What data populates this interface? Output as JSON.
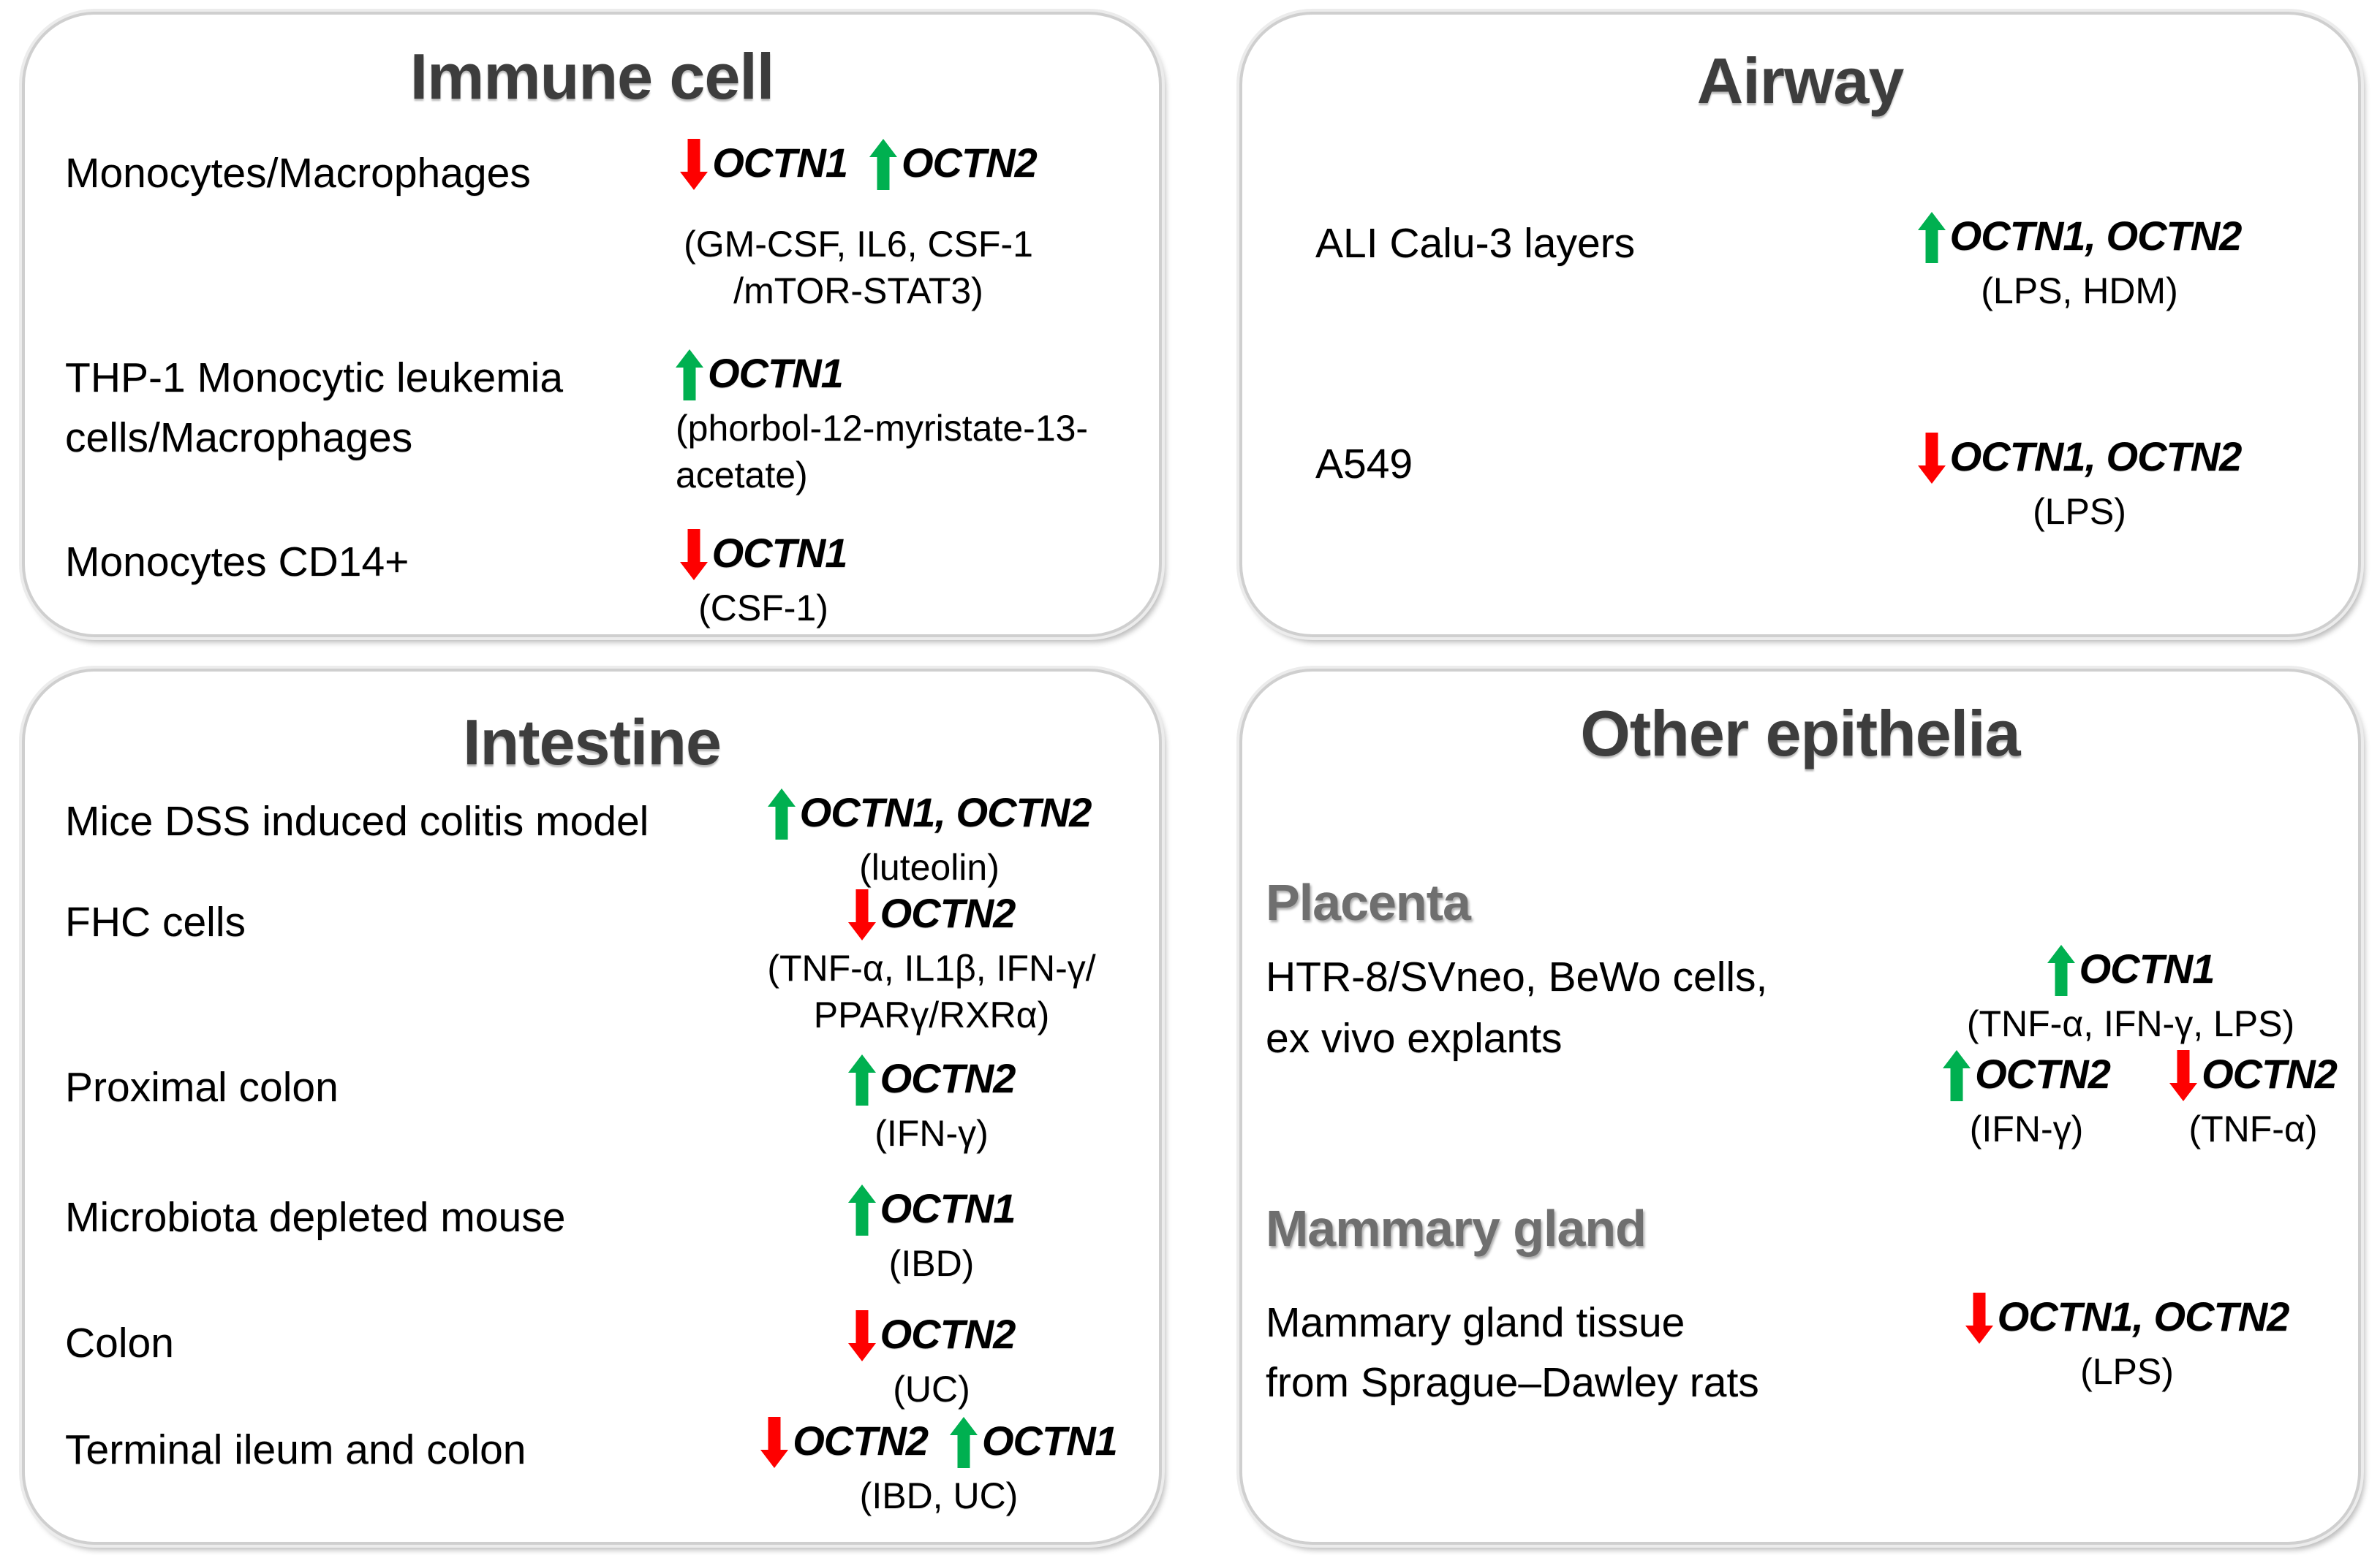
{
  "colors": {
    "up_arrow": "#00b050",
    "down_arrow": "#fe0000",
    "panel_title": "#3d3d3d",
    "subheading": "#6f6f6f",
    "label": "#000000"
  },
  "panels": {
    "immune": {
      "title": "Immune cell",
      "rows": [
        {
          "label_lines": [
            "Monocytes/Macrophages"
          ],
          "markers": [
            {
              "direction": "down",
              "gene": "OCTN1"
            },
            {
              "direction": "up",
              "gene": "OCTN2"
            }
          ],
          "conditions": [
            "(GM-CSF, IL6, CSF-1",
            "/mTOR-STAT3)"
          ]
        },
        {
          "label_lines": [
            "THP-1 Monocytic leukemia",
            "cells/Macrophages"
          ],
          "markers": [
            {
              "direction": "up",
              "gene": "OCTN1"
            }
          ],
          "conditions": [
            "(phorbol-12-myristate-13-",
            "acetate)"
          ]
        },
        {
          "label_lines": [
            "Monocytes CD14+"
          ],
          "markers": [
            {
              "direction": "down",
              "gene": "OCTN1"
            }
          ],
          "conditions": [
            "(CSF-1)"
          ]
        }
      ]
    },
    "airway": {
      "title": "Airway",
      "rows": [
        {
          "label_lines": [
            "ALI Calu-3 layers"
          ],
          "markers": [
            {
              "direction": "up",
              "gene": "OCTN1, OCTN2"
            }
          ],
          "conditions": [
            "(LPS, HDM)"
          ]
        },
        {
          "label_lines": [
            "A549"
          ],
          "markers": [
            {
              "direction": "down",
              "gene": "OCTN1, OCTN2"
            }
          ],
          "conditions": [
            "(LPS)"
          ]
        }
      ]
    },
    "intestine": {
      "title": "Intestine",
      "rows": [
        {
          "label_lines": [
            "Mice DSS induced colitis model"
          ],
          "markers": [
            {
              "direction": "up",
              "gene": "OCTN1, OCTN2"
            }
          ],
          "conditions": [
            "(luteolin)"
          ]
        },
        {
          "label_lines": [
            "FHC cells"
          ],
          "markers": [
            {
              "direction": "down",
              "gene": "OCTN2"
            }
          ],
          "conditions": [
            "(TNF-α, IL1β, IFN-γ/",
            "PPARγ/RXRα)"
          ]
        },
        {
          "label_lines": [
            "Proximal colon"
          ],
          "markers": [
            {
              "direction": "up",
              "gene": "OCTN2"
            }
          ],
          "conditions": [
            "(IFN-γ)"
          ]
        },
        {
          "label_lines": [
            "Microbiota depleted mouse"
          ],
          "markers": [
            {
              "direction": "up",
              "gene": "OCTN1"
            }
          ],
          "conditions": [
            "(IBD)"
          ]
        },
        {
          "label_lines": [
            "Colon"
          ],
          "markers": [
            {
              "direction": "down",
              "gene": "OCTN2"
            }
          ],
          "conditions": [
            "(UC)"
          ]
        },
        {
          "label_lines": [
            "Terminal ileum and colon"
          ],
          "markers": [
            {
              "direction": "down",
              "gene": "OCTN2"
            },
            {
              "direction": "up",
              "gene": "OCTN1"
            }
          ],
          "conditions": [
            "(IBD, UC)"
          ]
        }
      ]
    },
    "other": {
      "title": "Other epithelia",
      "sections": [
        {
          "heading": "Placenta",
          "label_lines": [
            "HTR-8/SVneo, BeWo cells,",
            "ex vivo explants"
          ],
          "groups": [
            {
              "markers": [
                {
                  "direction": "up",
                  "gene": "OCTN1"
                }
              ],
              "conditions": [
                "(TNF-α, IFN-γ, LPS)"
              ]
            },
            {
              "markers": [
                {
                  "direction": "up",
                  "gene": "OCTN2"
                }
              ],
              "conditions": [
                "(IFN-γ)"
              ]
            },
            {
              "markers": [
                {
                  "direction": "down",
                  "gene": "OCTN2"
                }
              ],
              "conditions": [
                "(TNF-α)"
              ]
            }
          ]
        },
        {
          "heading": "Mammary gland",
          "label_lines": [
            "Mammary gland tissue",
            "from Sprague–Dawley rats"
          ],
          "groups": [
            {
              "markers": [
                {
                  "direction": "down",
                  "gene": "OCTN1, OCTN2"
                }
              ],
              "conditions": [
                "(LPS)"
              ]
            }
          ]
        }
      ]
    }
  }
}
